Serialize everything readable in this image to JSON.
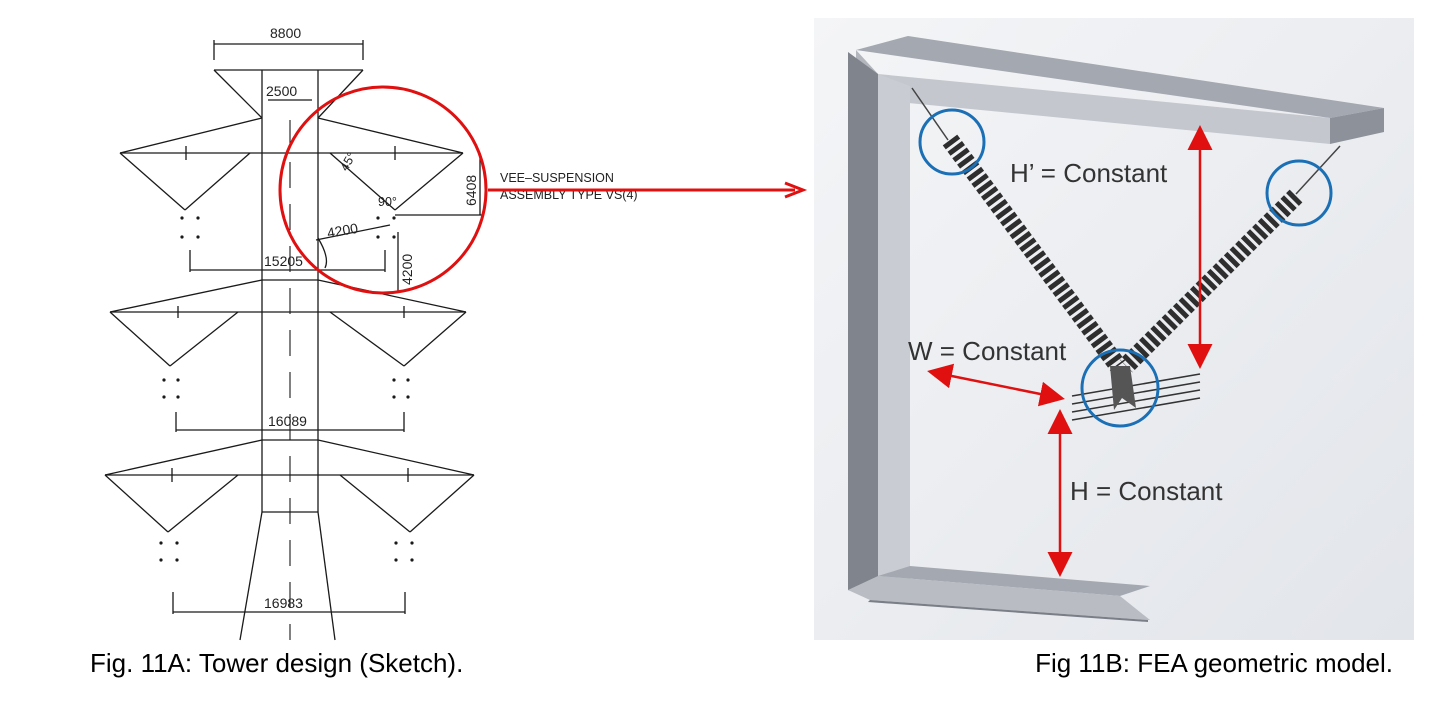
{
  "fig_a": {
    "caption": "Fig. 11A: Tower design (Sketch).",
    "dims": {
      "top_width": "8800",
      "shaft_width": "2500",
      "angle_45": "45°",
      "angle_90": "90°",
      "insulator_height": "6408",
      "radius_4200": "4200",
      "vertical_4200": "4200",
      "arm1_width": "15205",
      "arm2_width": "16089",
      "arm3_width": "16983"
    },
    "note_line1": "VEE–SUSPENSION",
    "note_line2": "ASSEMBLY TYPE VS(4)"
  },
  "fig_b": {
    "caption": "Fig 11B: FEA geometric model.",
    "label_h_prime": "H’ = Constant",
    "label_w": "W = Constant",
    "label_h": "H = Constant"
  },
  "colors": {
    "highlight_circle": "#e01010",
    "arrow": "#e01010",
    "joint_circle": "#1b6fb5",
    "frame_face": "#c5c8ce",
    "frame_top": "#9ea2aa",
    "frame_side": "#7f838b",
    "background_3d": "#eef0f3"
  }
}
